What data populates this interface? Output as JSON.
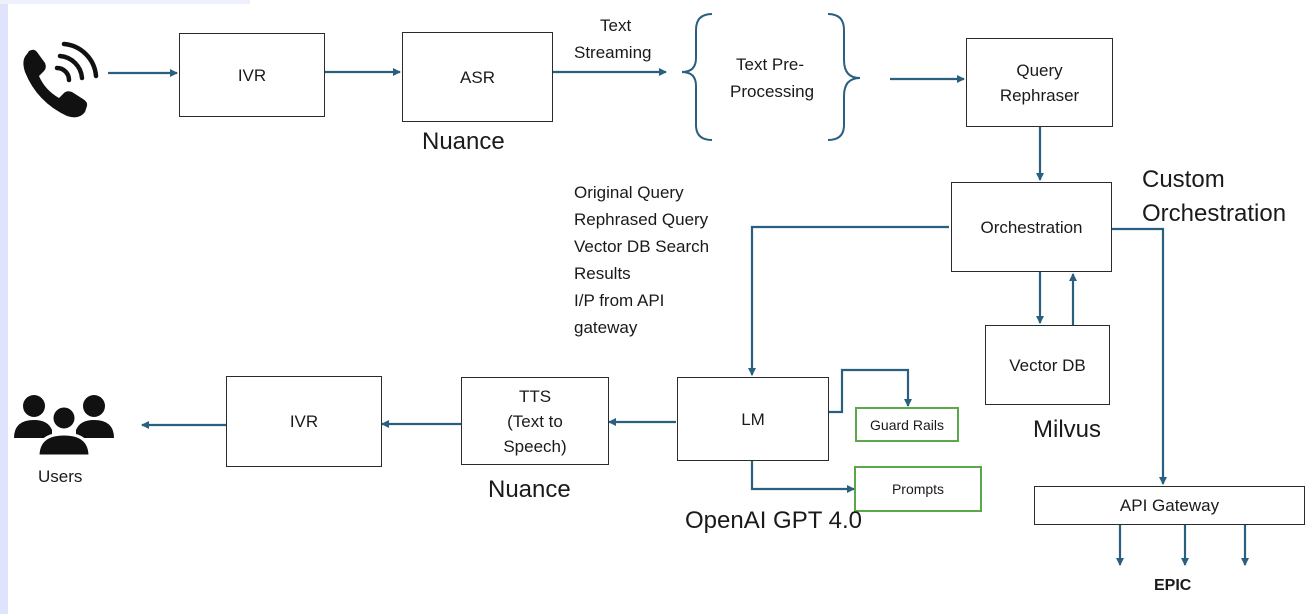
{
  "boxes": {
    "ivr_in": "IVR",
    "asr": "ASR",
    "preprocess": [
      "Text Pre-",
      "Processing"
    ],
    "rephraser": [
      "Query",
      "Rephraser"
    ],
    "orchestration": "Orchestration",
    "vectordb": "Vector DB",
    "lm": "LM",
    "tts": [
      "TTS",
      "(Text to",
      "Speech)"
    ],
    "ivr_out": "IVR",
    "guard_rails": "Guard Rails",
    "prompts": "Prompts",
    "api_gateway": "API Gateway"
  },
  "labels": {
    "text_streaming": [
      "Text",
      "Streaming"
    ],
    "nuance_top": "Nuance",
    "nuance_bottom": "Nuance",
    "custom_orchestration": [
      "Custom",
      "Orchestration"
    ],
    "milvus": "Milvus",
    "openai": "OpenAI GPT 4.0",
    "users": "Users",
    "epic": "EPIC",
    "lm_inputs": [
      "Original Query",
      "Rephrased Query",
      "Vector DB Search",
      "Results",
      "I/P from API",
      "gateway"
    ]
  },
  "icons": {
    "phone": "phone-calling-icon",
    "users": "users-group-icon"
  },
  "colors": {
    "arrow": "#2a5f80",
    "box_border": "#2b2b2b",
    "green_border": "#5aa84a"
  }
}
